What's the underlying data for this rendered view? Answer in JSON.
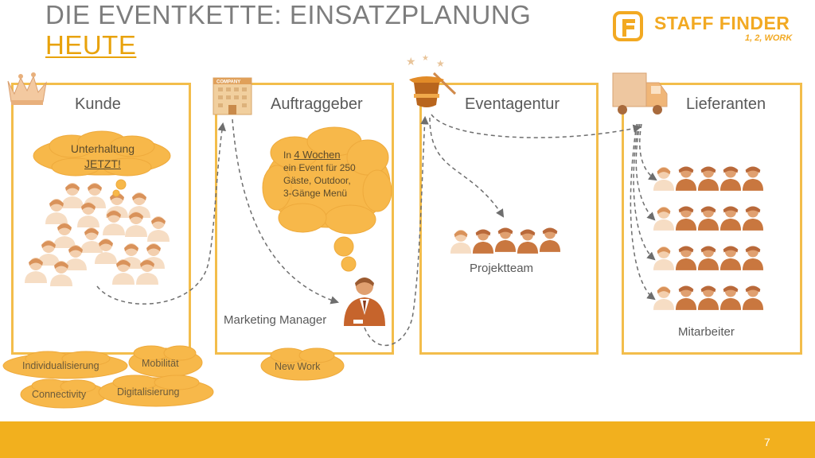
{
  "title": {
    "line1": "DIE EVENTKETTE: EINSATZPLANUNG",
    "line2": "HEUTE"
  },
  "logo": {
    "name": "STAFF FINDER",
    "tagline": "1, 2, WORK"
  },
  "panels": [
    {
      "title": "Kunde"
    },
    {
      "title": "Auftraggeber"
    },
    {
      "title": "Eventagentur"
    },
    {
      "title": "Lieferanten"
    }
  ],
  "company_sign": "COMPANY",
  "kunde_cloud": {
    "line1": "Unterhaltung",
    "line2": "JETZT!"
  },
  "auftraggeber_cloud": {
    "pre": "In ",
    "link": "4 Wochen",
    "rest": "ein Event für 250 Gäste, Outdoor, 3-Gänge Menü"
  },
  "labels": {
    "marketing_manager": "Marketing Manager",
    "projektteam": "Projektteam",
    "mitarbeiter": "Mitarbeiter"
  },
  "trend_tags": [
    "Individualisierung",
    "Mobilität",
    "Connectivity",
    "Digitalisierung",
    "New Work"
  ],
  "page_number": "7",
  "colors": {
    "accent": "#f2b01e",
    "panel_border": "#f3bd4b",
    "cloud_fill": "#f7b84a",
    "person": "#d98a4e",
    "text": "#595959"
  }
}
